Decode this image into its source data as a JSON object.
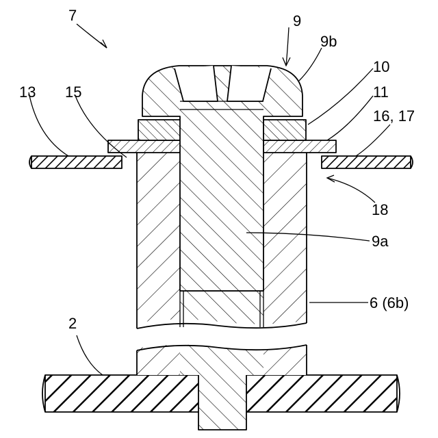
{
  "labels": {
    "assembly": "7",
    "screw": "9",
    "screw_head": "9b",
    "screw_shank": "9a",
    "part_10": "10",
    "part_11": "11",
    "part_13": "13",
    "part_15": "15",
    "part_16_17": "16, 17",
    "part_18": "18",
    "part_6": "6 (6b)",
    "part_2": "2"
  },
  "colors": {
    "line": "#000000",
    "background": "#ffffff"
  }
}
